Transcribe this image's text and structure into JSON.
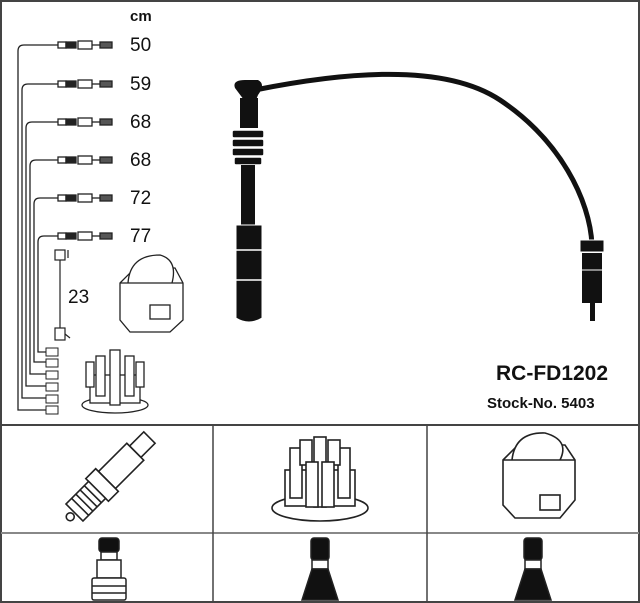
{
  "unit_label": "cm",
  "cable_lengths": [
    "50",
    "59",
    "68",
    "68",
    "72",
    "77"
  ],
  "coil_lead_length": "23",
  "product": {
    "model": "RC-FD1202",
    "stock_label": "Stock-No. 5403"
  },
  "components_row": [
    "spark-plug",
    "distributor-cap",
    "ignition-coil"
  ],
  "connectors_row": [
    "spark-plug-connector",
    "distributor-connector",
    "coil-connector"
  ],
  "colors": {
    "line": "#111111",
    "border": "#555555"
  }
}
